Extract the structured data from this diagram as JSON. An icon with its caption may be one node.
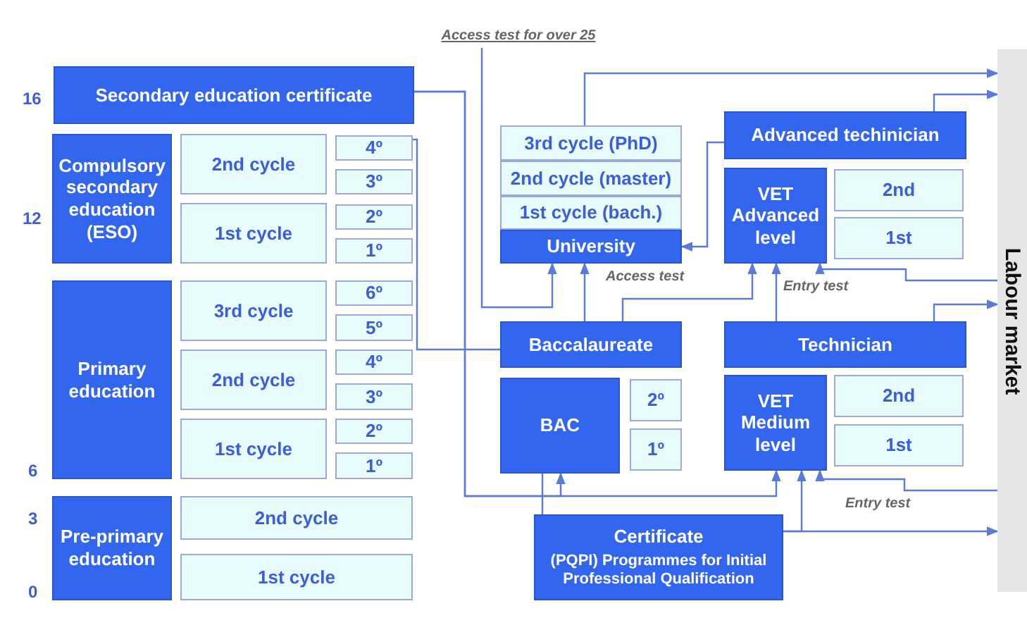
{
  "diagram": {
    "nodes": [
      {
        "text": [
          "Secondary education certificate"
        ]
      },
      {
        "text": [
          "Compulsory secondary education (ESO)"
        ]
      },
      {
        "text": [
          "2nd cycle"
        ]
      },
      {
        "text": [
          "4º"
        ]
      },
      {
        "text": [
          "3º"
        ]
      },
      {
        "text": [
          "1st cycle"
        ]
      },
      {
        "text": [
          "2º"
        ]
      },
      {
        "text": [
          "1º"
        ]
      },
      {
        "text": [
          "Primary education"
        ]
      },
      {
        "text": [
          "3rd cycle"
        ]
      },
      {
        "text": [
          "6º"
        ]
      },
      {
        "text": [
          "5º"
        ]
      },
      {
        "text": [
          "2nd cycle"
        ]
      },
      {
        "text": [
          "4º"
        ]
      },
      {
        "text": [
          "3º"
        ]
      },
      {
        "text": [
          "1st cycle"
        ]
      },
      {
        "text": [
          "2º"
        ]
      },
      {
        "text": [
          "1º"
        ]
      },
      {
        "text": [
          "Pre-primary education"
        ]
      },
      {
        "text": [
          "2nd cycle"
        ]
      },
      {
        "text": [
          "1st cycle"
        ]
      },
      {
        "text": [
          "3rd cycle (PhD)"
        ]
      },
      {
        "text": [
          "2nd cycle (master)"
        ]
      },
      {
        "text": [
          "1st cycle (bach.)"
        ]
      },
      {
        "text": [
          "University"
        ]
      },
      {
        "text": [
          "Advanced techinician"
        ]
      },
      {
        "text": [
          "VET Advanced level"
        ]
      },
      {
        "text": [
          "2nd"
        ]
      },
      {
        "text": [
          "1st"
        ]
      },
      {
        "text": [
          "Baccalaureate"
        ]
      },
      {
        "text": [
          "BAC"
        ]
      },
      {
        "text": [
          "2º"
        ]
      },
      {
        "text": [
          "1º"
        ]
      },
      {
        "text": [
          "Technician"
        ]
      },
      {
        "text": [
          "VET Medium level"
        ]
      },
      {
        "text": [
          "2nd"
        ]
      },
      {
        "text": [
          "1st"
        ]
      },
      {
        "text": [
          "Certificate",
          "(PQPI) Programmes for Initial Professional Qualification"
        ]
      },
      {
        "text": [
          "Labour market"
        ]
      },
      {
        "text": [
          "Access test for over 25"
        ]
      }
    ],
    "edges": [
      {
        "from": 0,
        "to": 30,
        "arrow": "to"
      },
      {
        "from": 0,
        "to": 34,
        "arrow": "to"
      },
      {
        "from": 3,
        "to": 29,
        "arrow": "none"
      },
      {
        "from": 39,
        "to": 24,
        "arrow": "to"
      },
      {
        "from": 29,
        "to": 24,
        "arrow": "to",
        "label": "Access test"
      },
      {
        "from": 29,
        "to": 26,
        "arrow": "to"
      },
      {
        "from": 33,
        "to": 26,
        "arrow": "to",
        "label": "Entry test"
      },
      {
        "from": 33,
        "to": 38,
        "arrow": "to"
      },
      {
        "from": 38,
        "to": 26,
        "arrow": "to"
      },
      {
        "from": 25,
        "to": 24,
        "arrow": "to"
      },
      {
        "from": 25,
        "to": 38,
        "arrow": "to"
      },
      {
        "from": 21,
        "to": 38,
        "arrow": "to"
      },
      {
        "from": 30,
        "to": 37,
        "arrow": "none"
      },
      {
        "from": 37,
        "to": 34,
        "arrow": "to"
      },
      {
        "from": 37,
        "to": 38,
        "arrow": "to"
      },
      {
        "from": 38,
        "to": 34,
        "arrow": "to",
        "label": "Entry test"
      }
    ],
    "labels": [
      "16",
      "12",
      "6",
      "3",
      "0"
    ]
  }
}
